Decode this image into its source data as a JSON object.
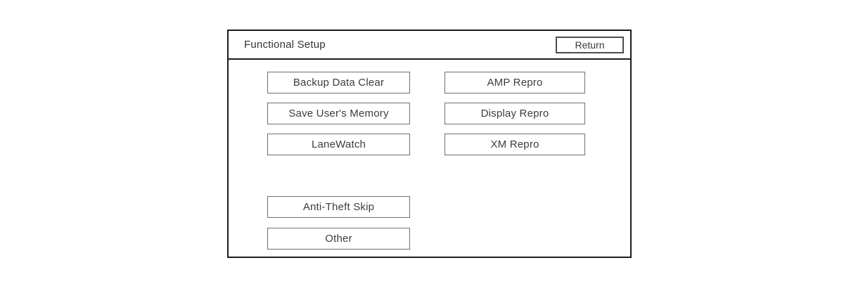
{
  "panel": {
    "title": "Functional Setup",
    "return_label": "Return"
  },
  "buttons": {
    "left": [
      {
        "label": "Backup Data Clear"
      },
      {
        "label": "Save User's Memory"
      },
      {
        "label": "LaneWatch"
      },
      {
        "label": "Anti-Theft Skip"
      },
      {
        "label": "Other"
      }
    ],
    "right": [
      {
        "label": "AMP Repro"
      },
      {
        "label": "Display Repro"
      },
      {
        "label": "XM Repro"
      }
    ]
  },
  "colors": {
    "panel_border": "#1c1c1c",
    "button_border": "#6f6f6f",
    "text": "#3c3c3c",
    "background": "#ffffff"
  }
}
